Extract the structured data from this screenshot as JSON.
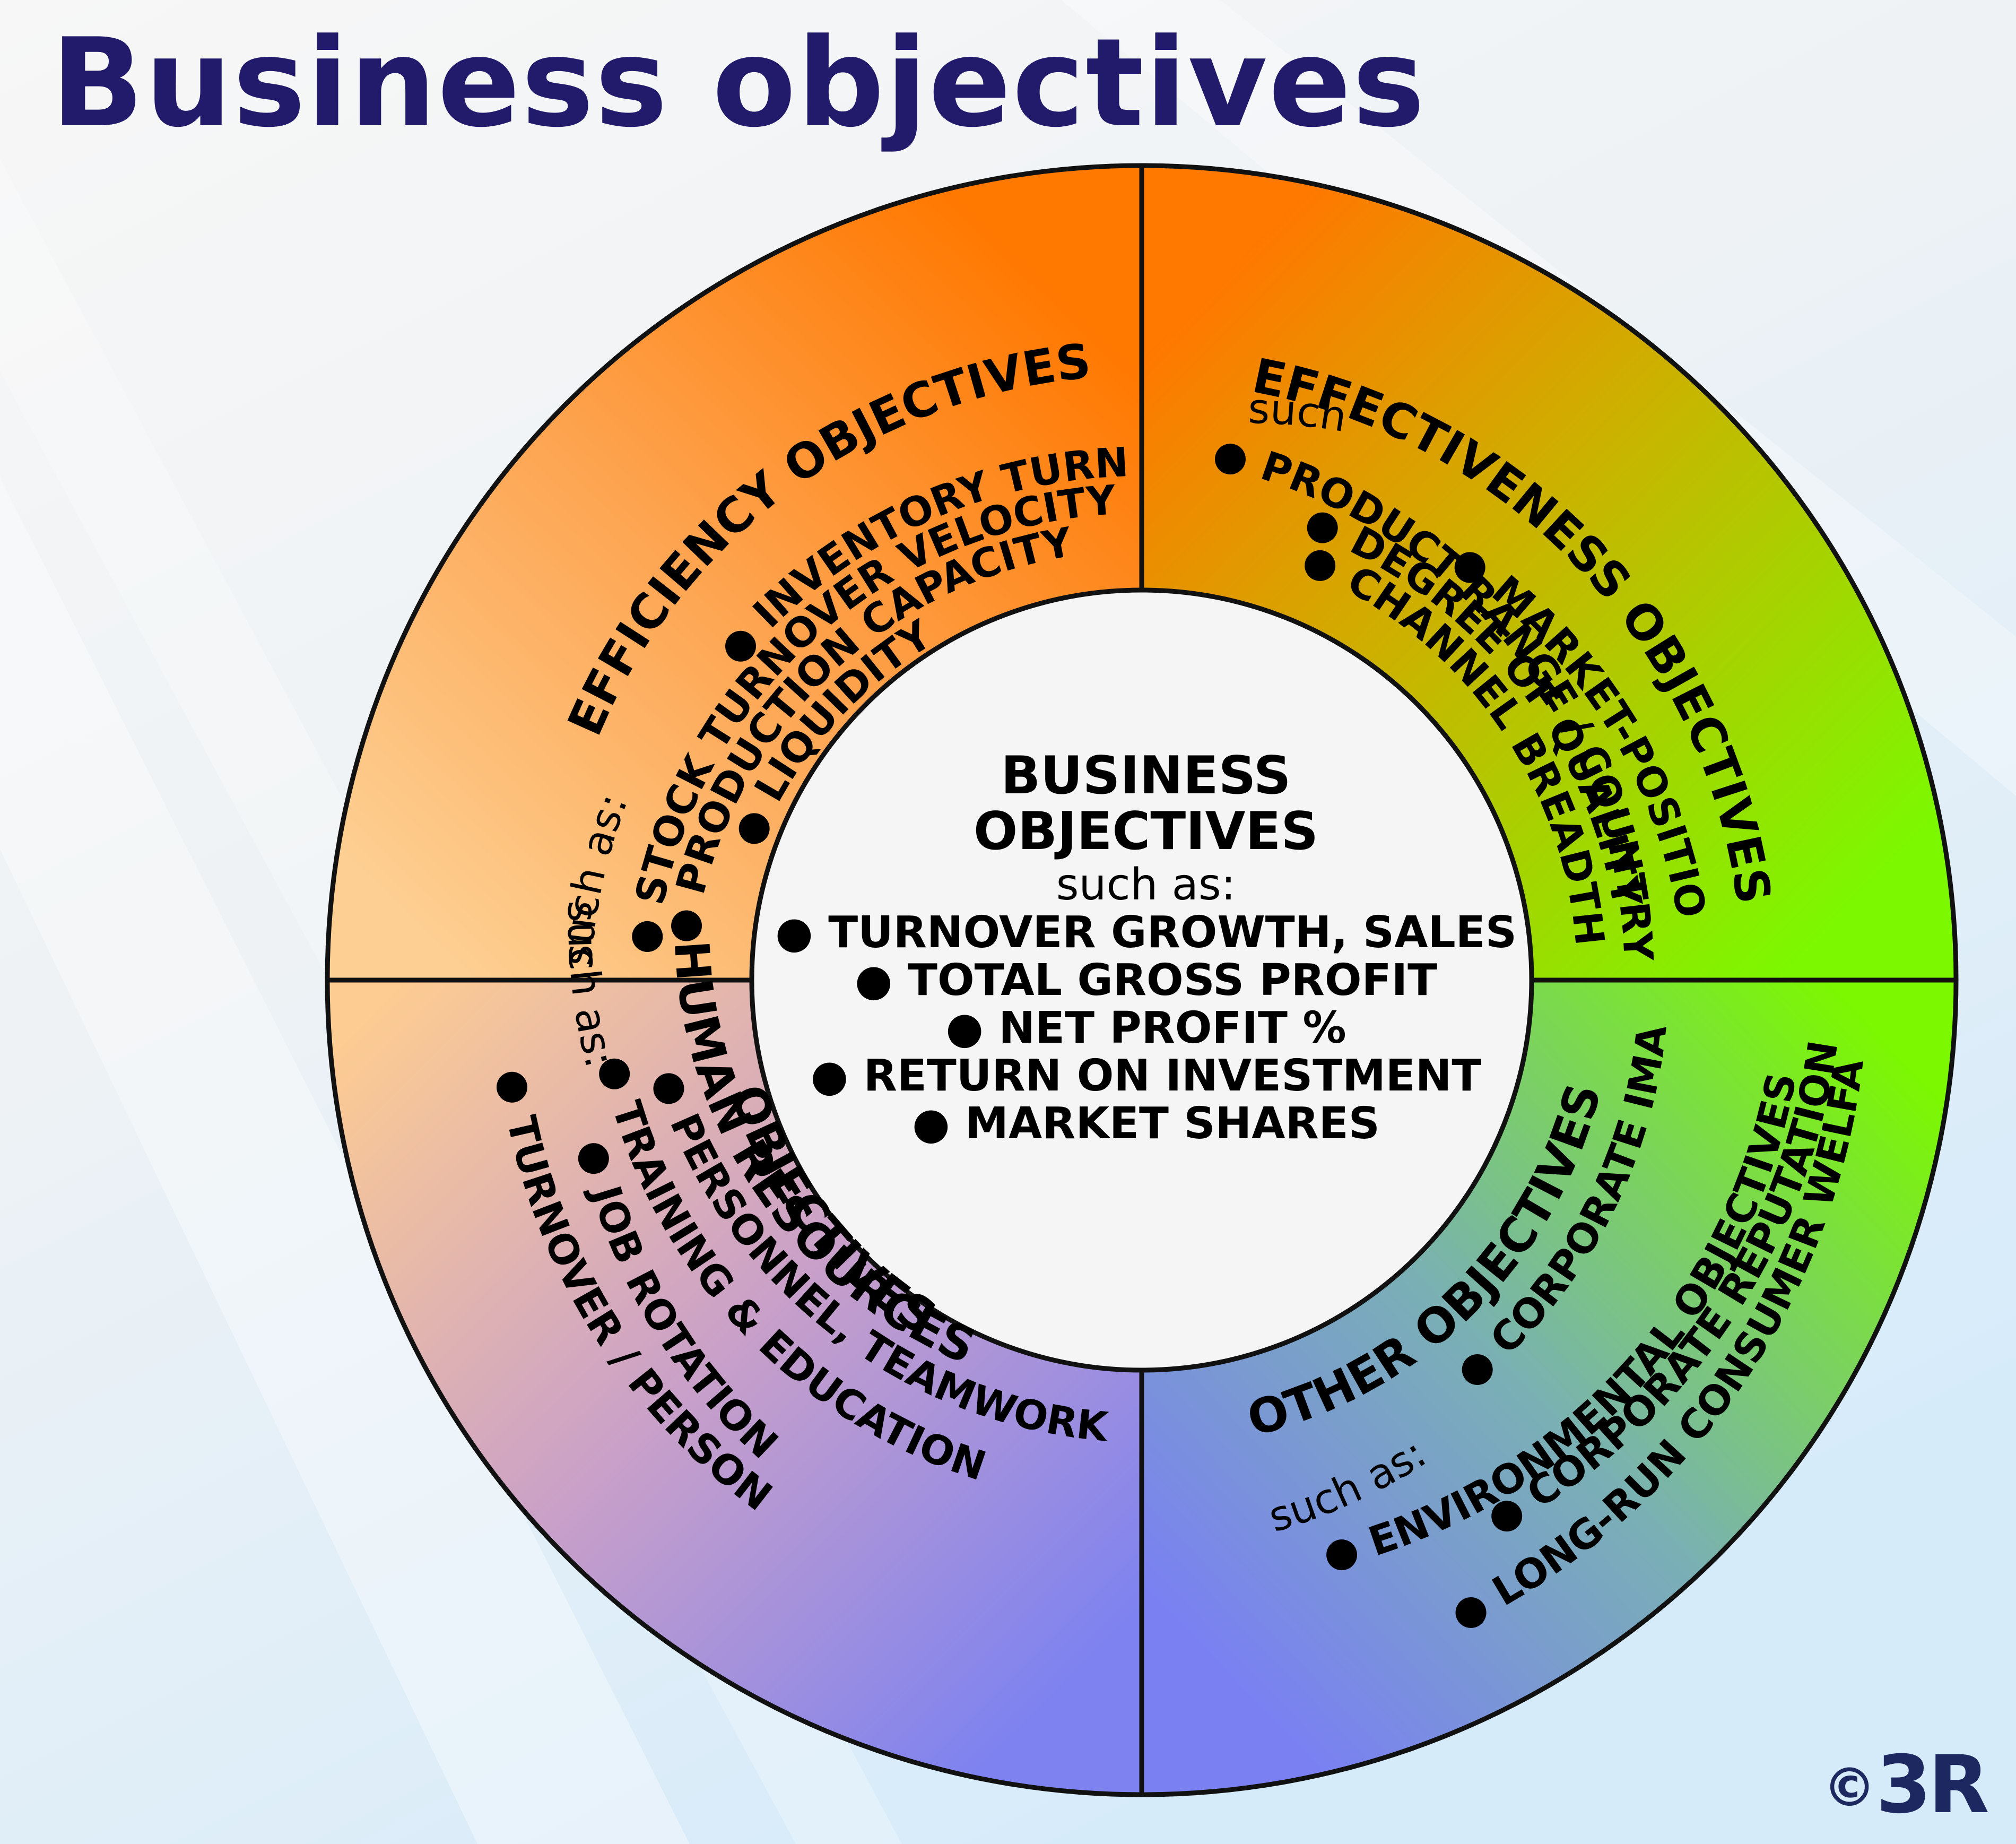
{
  "title": "Business objectives",
  "copyright": {
    "symbol": "©",
    "brand": "3R"
  },
  "center": {
    "title_line1": "BUSINESS",
    "title_line2": "OBJECTIVES",
    "such_as": "such as:",
    "items": [
      "● TURNOVER GROWTH, SALES",
      "● TOTAL GROSS PROFIT",
      "● NET PROFIT %",
      "● RETURN ON INVESTMENT",
      "● MARKET SHARES"
    ]
  },
  "quadrants": {
    "efficiency": {
      "title": "EFFICIENCY  OBJECTIVES",
      "such_as": "such as:",
      "items": [
        "● INVENTORY TURNOVER",
        "● STOCK TURNOVER VELOCITY",
        "● PRODUCTION CAPACITY",
        "● LIQUIDITY"
      ]
    },
    "effectiveness": {
      "title": "EFFECTIVENESS  OBJECTIVES",
      "such_as": "such as:",
      "items": [
        "● MARKET-POSITION",
        "● PRODUCT RANGE / COUNTRY",
        "● DEGREE OF QUALITY",
        "● CHANNEL BREADTH"
      ]
    },
    "human_resources": {
      "title_line1": "HUMAN RESOURCES",
      "title_line2": "OBJECTIVES",
      "such_as": "such as:",
      "items": [
        "● PERSONNEL, TEAMWORK",
        "● TRAINING & EDUCATION",
        "● JOB ROTATION",
        "● TURNOVER / PERSON"
      ]
    },
    "other": {
      "title": "OTHER  OBJECTIVES",
      "such_as": "such as:",
      "items": [
        "● CORPORATE IMAGE",
        "● ENVIRONMENTAL OBJECTIVES",
        "● CORPORATE REPUTATION",
        "● LONG-RUN CONSUMER WELFARE"
      ]
    }
  },
  "colors": {
    "title": "#221b6b",
    "orange": "#ff7a00",
    "peach": "#fdcc90",
    "green": "#7cf200",
    "blue": "#7a80f0",
    "ring_border": "#111111",
    "center_fill": "#f5f5f5"
  }
}
